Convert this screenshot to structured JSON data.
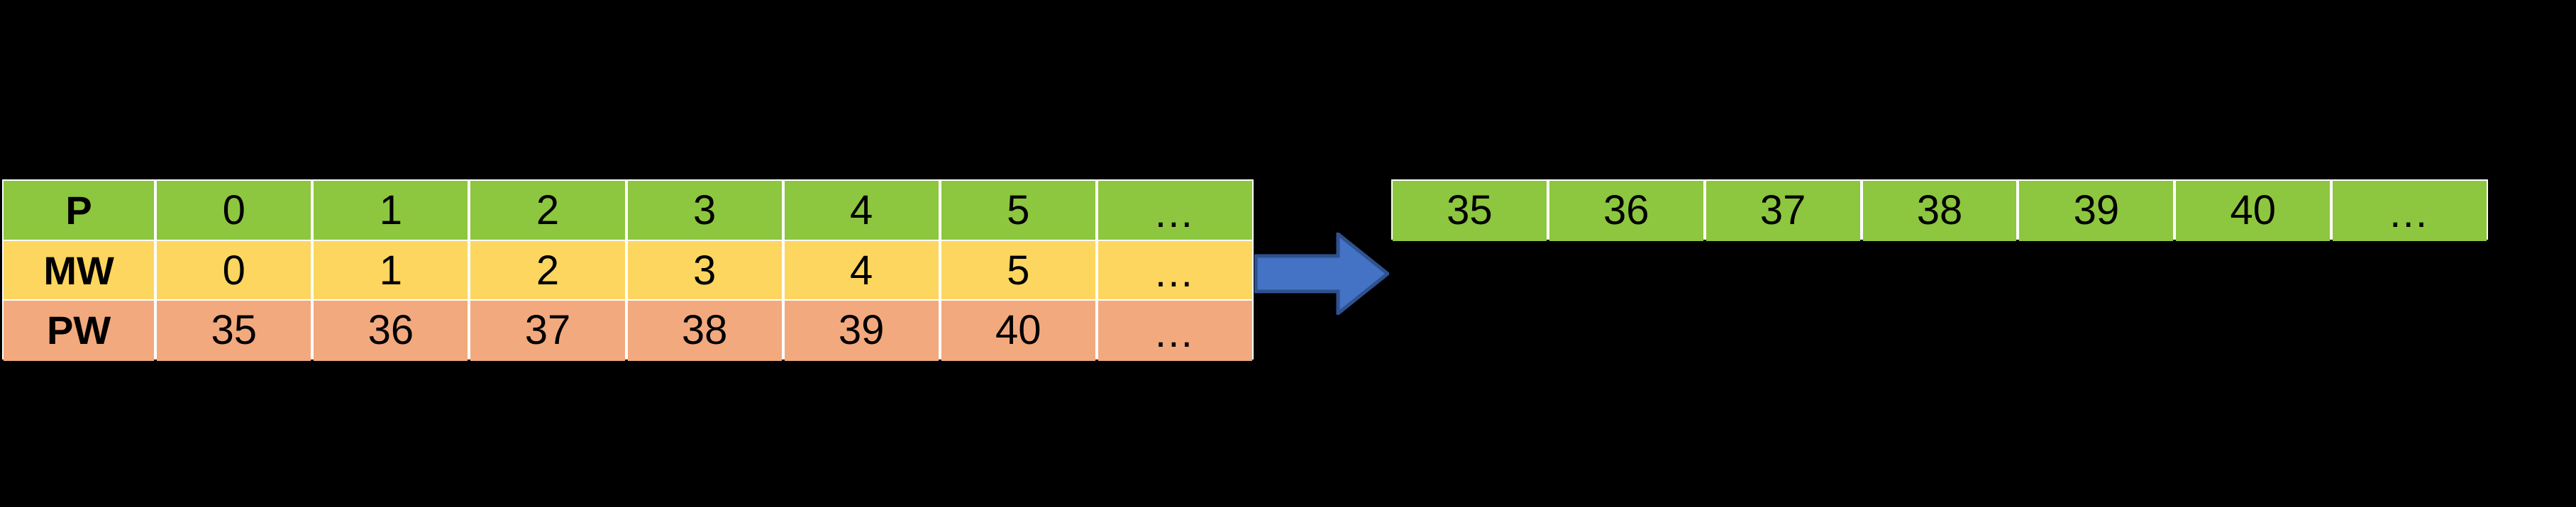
{
  "background_color": "#000000",
  "colors": {
    "row_p": "#8dc63f",
    "row_mw": "#fcd65e",
    "row_pw": "#f2a97e",
    "result_row": "#8dc63f",
    "gridline": "#ffffff",
    "arrow_fill": "#4472c4",
    "arrow_border": "#2f528f",
    "text": "#000000"
  },
  "source_table": {
    "rows": [
      {
        "label": "P",
        "color": "#8dc63f",
        "values": [
          "0",
          "1",
          "2",
          "3",
          "4",
          "5",
          "…"
        ]
      },
      {
        "label": "MW",
        "color": "#fcd65e",
        "values": [
          "0",
          "1",
          "2",
          "3",
          "4",
          "5",
          "…"
        ]
      },
      {
        "label": "PW",
        "color": "#f2a97e",
        "values": [
          "35",
          "36",
          "37",
          "38",
          "39",
          "40",
          "…"
        ]
      }
    ]
  },
  "arrow": {
    "icon": "right-arrow-icon",
    "direction": "right",
    "fill": "#4472c4",
    "border": "#2f528f"
  },
  "result_table": {
    "color": "#8dc63f",
    "values": [
      "35",
      "36",
      "37",
      "38",
      "39",
      "40",
      "…"
    ]
  }
}
